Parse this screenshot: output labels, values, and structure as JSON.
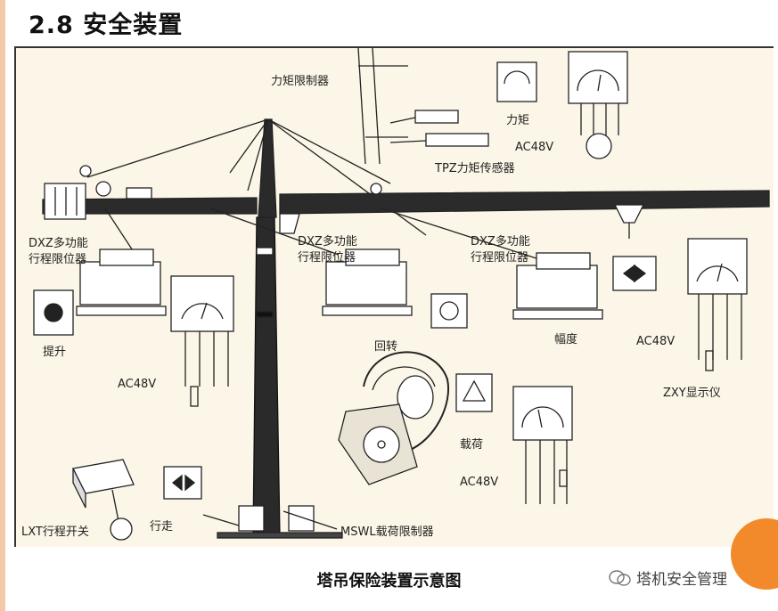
{
  "slide": {
    "title": "2.8 安全装置",
    "caption": "塔吊保险装置示意图",
    "watermark": "塔机安全管理",
    "accent_color": "#f28a2c",
    "side_bar_color": "#f4c9a9"
  },
  "diagram": {
    "labels": {
      "torque_limiter": "力矩限制器",
      "torque": "力矩",
      "ac48v_top": "AC48V",
      "tpz_sensor": "TPZ力矩传感器",
      "dxz_left_l1": "DXZ多功能",
      "dxz_left_l2": "行程限位器",
      "dxz_mid_l1": "DXZ多功能",
      "dxz_mid_l2": "行程限位器",
      "dxz_right_l1": "DXZ多功能",
      "dxz_right_l2": "行程限位器",
      "hoist": "提升",
      "slew": "回转",
      "amplitude": "幅度",
      "ac48v_left": "AC48V",
      "ac48v_right": "AC48V",
      "zxy_display": "ZXY显示仪",
      "load": "载荷",
      "ac48v_bottom": "AC48V",
      "lxt_switch": "LXT行程开关",
      "travel": "行走",
      "mswl_limiter": "MSWL载荷限制器"
    }
  }
}
